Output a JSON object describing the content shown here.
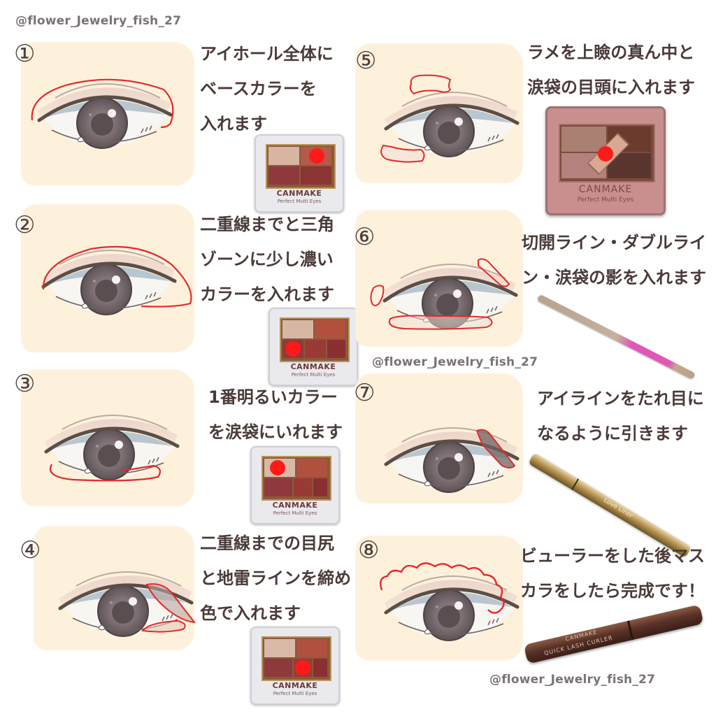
{
  "watermarks": {
    "top": "@flower_Jewelry_fish_27",
    "middle": "@flower_Jewelry_fish_27",
    "bottom": "@flower_Jewelry_fish_27"
  },
  "colors": {
    "text": "#4a3a38",
    "highlight_outline": "#e8282b",
    "marker_dot": "#ff1a1a",
    "skin": "#fdf1dc",
    "watermark": "#7b7373"
  },
  "steps": [
    {
      "number": "①",
      "lines": [
        "アイホール全体に",
        "ベースカラーを",
        "入れます"
      ],
      "product": "CANMAKE Perfect Multi Eyes",
      "product_brand": "CANMAKE",
      "product_sub": "Perfect Multi Eyes",
      "marked_pan": "top-right"
    },
    {
      "number": "②",
      "lines": [
        "二重線までと三角",
        "ゾーンに少し濃い",
        "カラーを入れます"
      ],
      "product": "CANMAKE Perfect Multi Eyes",
      "product_brand": "CANMAKE",
      "product_sub": "Perfect Multi Eyes",
      "marked_pan": "bottom-left"
    },
    {
      "number": "③",
      "lines": [
        "1番明るいカラー",
        "を涙袋にいれます"
      ],
      "product": "CANMAKE Perfect Multi Eyes",
      "product_brand": "CANMAKE",
      "product_sub": "Perfect Multi Eyes",
      "marked_pan": "top-left"
    },
    {
      "number": "④",
      "lines": [
        "二重線までの目尻",
        "と地雷ラインを締め",
        "色で入れます"
      ],
      "product": "CANMAKE Perfect Multi Eyes",
      "product_brand": "CANMAKE",
      "product_sub": "Perfect Multi Eyes",
      "marked_pan": "bottom-middle"
    },
    {
      "number": "⑤",
      "lines": [
        "ラメを上瞼の真ん中と",
        "涙袋の目頭に入れます"
      ],
      "product": "CANMAKE Perfect Multi Eyes (pink)",
      "product_brand": "CANMAKE",
      "product_sub": "Perfect Multi Eyes",
      "marked_pan": "center-diamond"
    },
    {
      "number": "⑥",
      "lines": [
        "切開ライン・ダブルライ",
        "ン・涙袋の影を入れます"
      ],
      "product": "pink eyeliner pencil"
    },
    {
      "number": "⑦",
      "lines": [
        "アイラインをたれ目に",
        "なるように引きます"
      ],
      "product": "Love Liner liquid eyeliner",
      "product_label": "Love Liner"
    },
    {
      "number": "⑧",
      "lines": [
        "ビューラーをした後マス",
        "カラをしたら完成です！"
      ],
      "product": "CANMAKE Quick Lash Curler mascara",
      "product_brand": "CANMAKE",
      "product_sub": "QUICK LASH CURLER"
    }
  ]
}
